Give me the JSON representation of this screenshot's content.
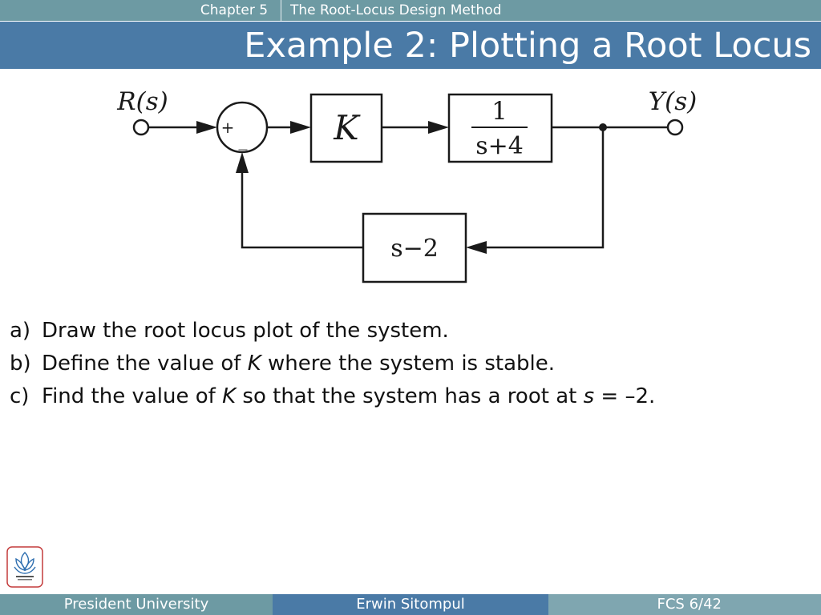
{
  "header": {
    "chapter": "Chapter 5",
    "chapter_title": "The Root-Locus Design Method",
    "slide_title": "Example 2: Plotting a Root Locus"
  },
  "diagram": {
    "input_label": "R(s)",
    "output_label": "Y(s)",
    "plus_sign": "+",
    "minus_sign": "_",
    "gain_block": "K",
    "plant_block": {
      "numerator": "1",
      "denominator": "s+4"
    },
    "feedback_block": "s−2"
  },
  "questions": [
    {
      "label": "a)",
      "parts": [
        "Draw the root locus plot of the system."
      ]
    },
    {
      "label": "b)",
      "parts": [
        "Define the value of ",
        "K",
        " where the system is stable."
      ]
    },
    {
      "label": "c)",
      "parts": [
        "Find the value of ",
        "K",
        " so that the system has a root at ",
        "s",
        " = –2."
      ]
    }
  ],
  "footer": {
    "institution": "President University",
    "author": "Erwin Sitompul",
    "page": "FCS 6/42"
  },
  "colors": {
    "topbar": "#6d9aa3",
    "titlebar": "#4a7aa6",
    "footer_left": "#6d9aa3",
    "footer_mid": "#4a7aa6",
    "footer_right": "#7fa6b0",
    "logo_red": "#c43c3c"
  }
}
